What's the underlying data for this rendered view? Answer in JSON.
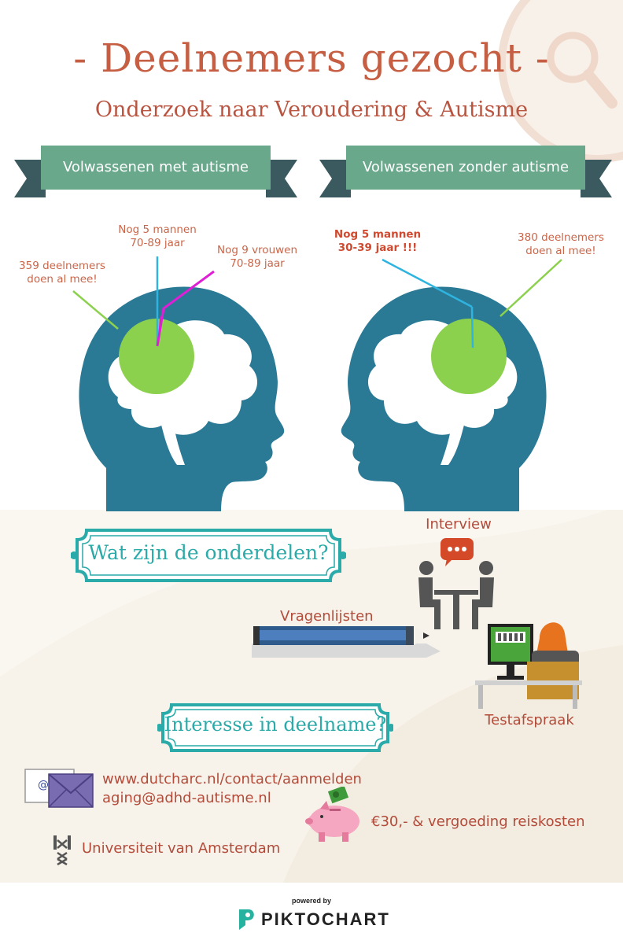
{
  "header": {
    "title": "- Deelnemers gezocht -",
    "subtitle": "Onderzoek naar Veroudering & Autisme"
  },
  "groups": [
    {
      "ribbon": "Volwassenen met autisme",
      "labels": {
        "participants": [
          "359 deelnemers",
          "doen al mee!"
        ],
        "men": [
          "Nog 5 mannen",
          "70-89 jaar"
        ],
        "women": [
          "Nog 9 vrouwen",
          "70-89 jaar"
        ]
      }
    },
    {
      "ribbon": "Volwassenen zonder autisme",
      "labels": {
        "men": [
          "Nog 5 mannen",
          "30-39 jaar !!!"
        ],
        "participants": [
          "380 deelnemers",
          "doen al mee!"
        ]
      }
    }
  ],
  "components": {
    "box_title": "Wat zijn de onderdelen?",
    "interview": "Interview",
    "questionnaires": "Vragenlijsten",
    "test_appointment": "Testafspraak"
  },
  "contact": {
    "box_title": "Interesse in deelname?",
    "website": "www.dutcharc.nl/contact/aanmelden",
    "email": "aging@adhd-autisme.nl",
    "reward": "€30,- & vergoeding reiskosten",
    "university": "Universiteit van Amsterdam",
    "email_icon_symbol": "@"
  },
  "footer": {
    "powered_by": "powered by",
    "brand": "PIKTOCHART"
  },
  "colors": {
    "accent": "#c55e42",
    "head": "#2a7a96",
    "ribbon": "#6aa88c",
    "ribbon_dark": "#3b5a60",
    "pie": "#8cd14e",
    "teal": "#2aaaa8"
  }
}
